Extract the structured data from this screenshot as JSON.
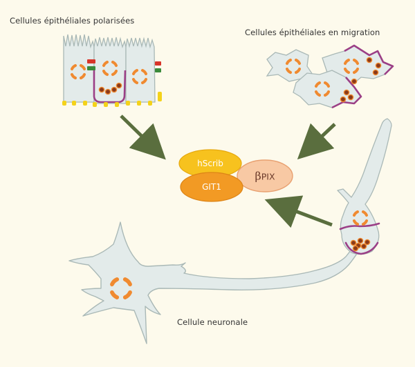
{
  "labels": {
    "polarized": "Cellules épithéliales polarisées",
    "migrating": "Cellules épithéliales en migration",
    "neuron": "Cellule neuronale"
  },
  "complex": {
    "hscrib": "hScrib",
    "git1": "GIT1",
    "bpix_greek": "β",
    "bpix_rest": "PIX"
  },
  "colors": {
    "background": "#fdfaec",
    "cell_fill": "#e3ebea",
    "cell_stroke": "#a9b8b6",
    "membrane": "#9b3f86",
    "nucleus": "#f08a30",
    "vesicle": "#8a3a1a",
    "arrow": "#5a6e3e",
    "hscrib_fill": "#f7c21e",
    "git1_fill": "#f29a24",
    "bpix_fill": "#f8c9a4",
    "junction_yellow": "#f4d21a",
    "junction_red": "#d8352a",
    "junction_green": "#3a8a3a"
  }
}
